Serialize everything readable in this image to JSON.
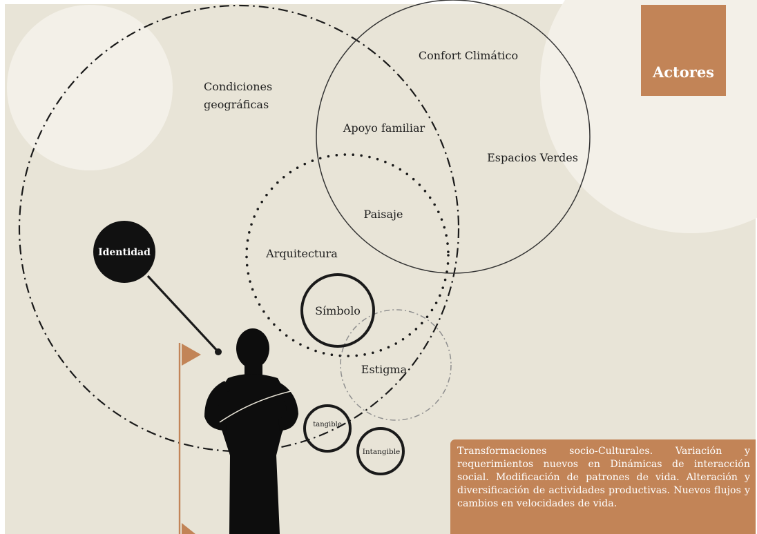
{
  "labels": {
    "confort": "Confort Climático",
    "condiciones_line1": "Condiciones",
    "condiciones_line2": "geográficas",
    "apoyo": "Apoyo familiar",
    "espacios": "Espacios Verdes",
    "paisaje": "Paisaje",
    "arquitectura": "Arquitectura",
    "identidad": "Identidad",
    "simbolo": "Símbolo",
    "estigma": "Estigma",
    "tangible": "tangible",
    "intangible": "Intangible"
  },
  "actors_label": "Actores",
  "bottom_text": "Transformaciones socio-Culturales. Variación y requerimientos nuevos en Dinámicas de interacción social. Modificación de patrones de vida. Alteración y diversificación  de actividades productivas. Nuevos flujos y cambios en velocidades de vida.",
  "colors": {
    "background": "#e8e4d7",
    "light_circle": "#f3f0e8",
    "accent": "#c28457",
    "ink": "#1a1a1a"
  }
}
